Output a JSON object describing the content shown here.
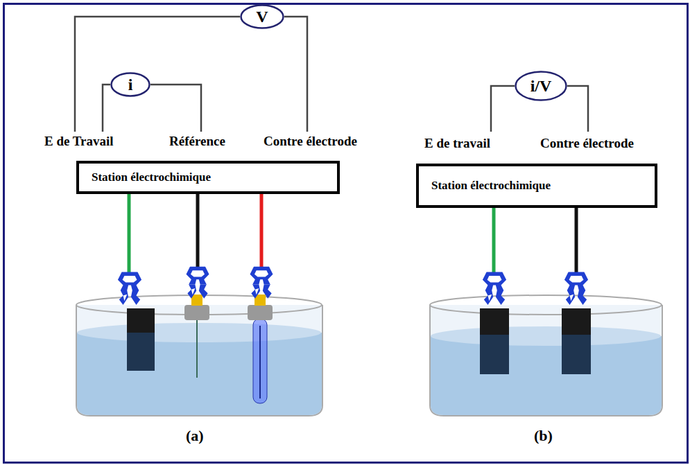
{
  "diagram": {
    "nodes": [
      {
        "text": [
          "V"
        ]
      },
      {
        "text": [
          "i"
        ]
      },
      {
        "text": [
          "Station électrochimique"
        ]
      },
      {
        "text": [
          "i/V"
        ]
      },
      {
        "text": [
          "Station électrochimique"
        ]
      }
    ],
    "labels": [
      "E de Travail",
      "Référence",
      "Contre électrode",
      "E de travail",
      "Contre électrode",
      "(a)",
      "(b)"
    ]
  }
}
